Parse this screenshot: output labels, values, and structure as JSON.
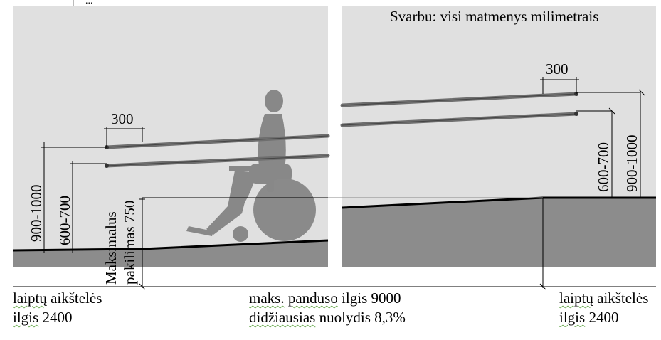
{
  "header_fragment": "...",
  "note": "Svarbu: visi matmenys milimetrais",
  "left_panel": {
    "handrail_extension": "300",
    "height_outer": "900-1000",
    "height_inner": "600-700",
    "rise_label_line1": "Maksimalus",
    "rise_label_line2": "pakilimas 750"
  },
  "right_panel": {
    "handrail_extension": "300",
    "height_inner": "600-700",
    "height_outer": "900-1000"
  },
  "bottom": {
    "left_line1_word": "laiptų",
    "left_line1_rest": " aikštelės",
    "left_line2_word": "ilgis",
    "left_line2_rest": " 2400",
    "mid_line1_word": "maks.",
    "mid_line1_word2": "panduso",
    "mid_line1_rest": " ilgis 9000",
    "mid_line2_word": "didžiausias",
    "mid_line2_rest": " nuolydis 8,3%",
    "right_line1_word": "laiptų",
    "right_line1_rest": " aikštelės",
    "right_line2_word": "ilgis",
    "right_line2_rest": " 2400"
  },
  "colors": {
    "background": "#e0e0e0",
    "ground": "#8c8c8c",
    "rail": "#6e6e6e",
    "figure": "#888888"
  },
  "icons": [
    "wheelchair-user-icon"
  ]
}
